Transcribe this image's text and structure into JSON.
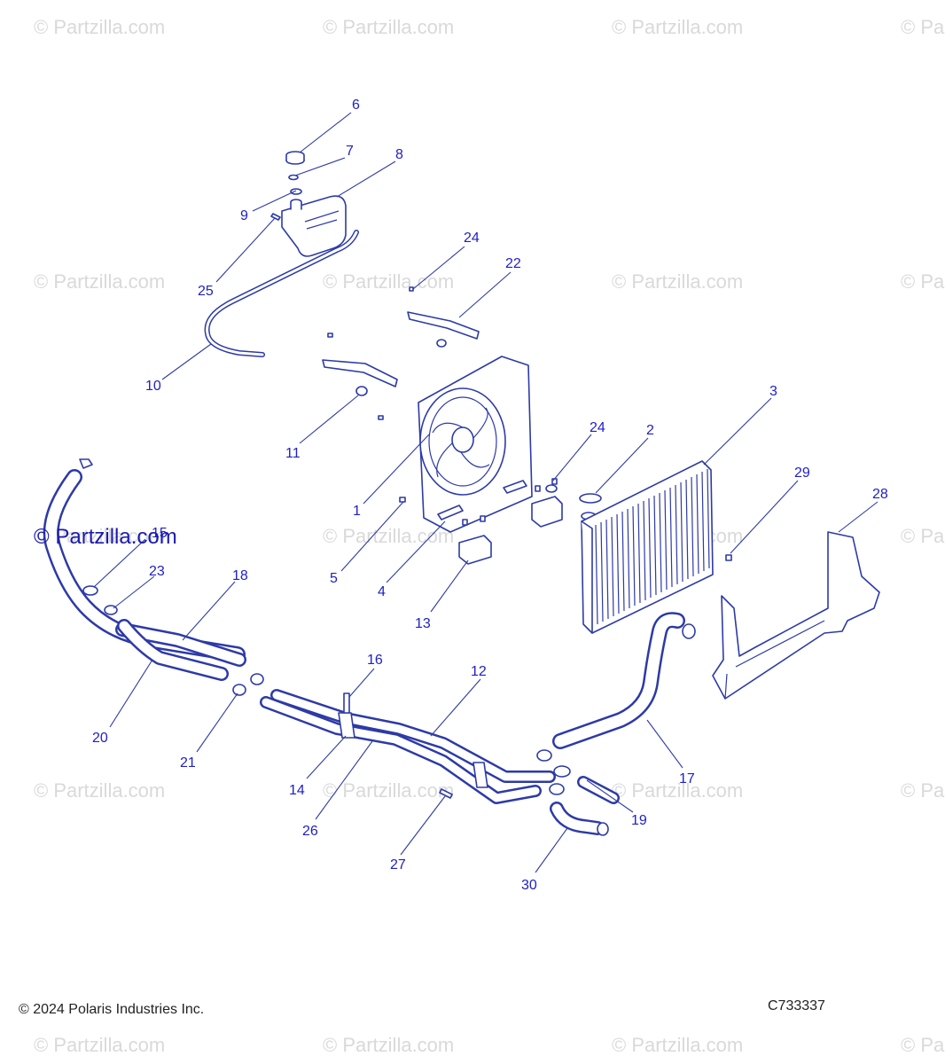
{
  "watermark": {
    "text": "© Partzilla.com"
  },
  "copyright": "© 2024 Polaris Industries Inc.",
  "diagram_code": "C733337",
  "colors": {
    "line": "#2d3aa8",
    "label": "#2020c8",
    "watermark": "#d9d9d9"
  },
  "callouts": [
    {
      "num": "1"
    },
    {
      "num": "2"
    },
    {
      "num": "3"
    },
    {
      "num": "4"
    },
    {
      "num": "5"
    },
    {
      "num": "6"
    },
    {
      "num": "7"
    },
    {
      "num": "8"
    },
    {
      "num": "9"
    },
    {
      "num": "10"
    },
    {
      "num": "11"
    },
    {
      "num": "12"
    },
    {
      "num": "13"
    },
    {
      "num": "14"
    },
    {
      "num": "15"
    },
    {
      "num": "16"
    },
    {
      "num": "17"
    },
    {
      "num": "18"
    },
    {
      "num": "19"
    },
    {
      "num": "20"
    },
    {
      "num": "21"
    },
    {
      "num": "22"
    },
    {
      "num": "23"
    },
    {
      "num": "24"
    },
    {
      "num": "24"
    },
    {
      "num": "25"
    },
    {
      "num": "26"
    },
    {
      "num": "27"
    },
    {
      "num": "28"
    },
    {
      "num": "29"
    },
    {
      "num": "30"
    }
  ]
}
